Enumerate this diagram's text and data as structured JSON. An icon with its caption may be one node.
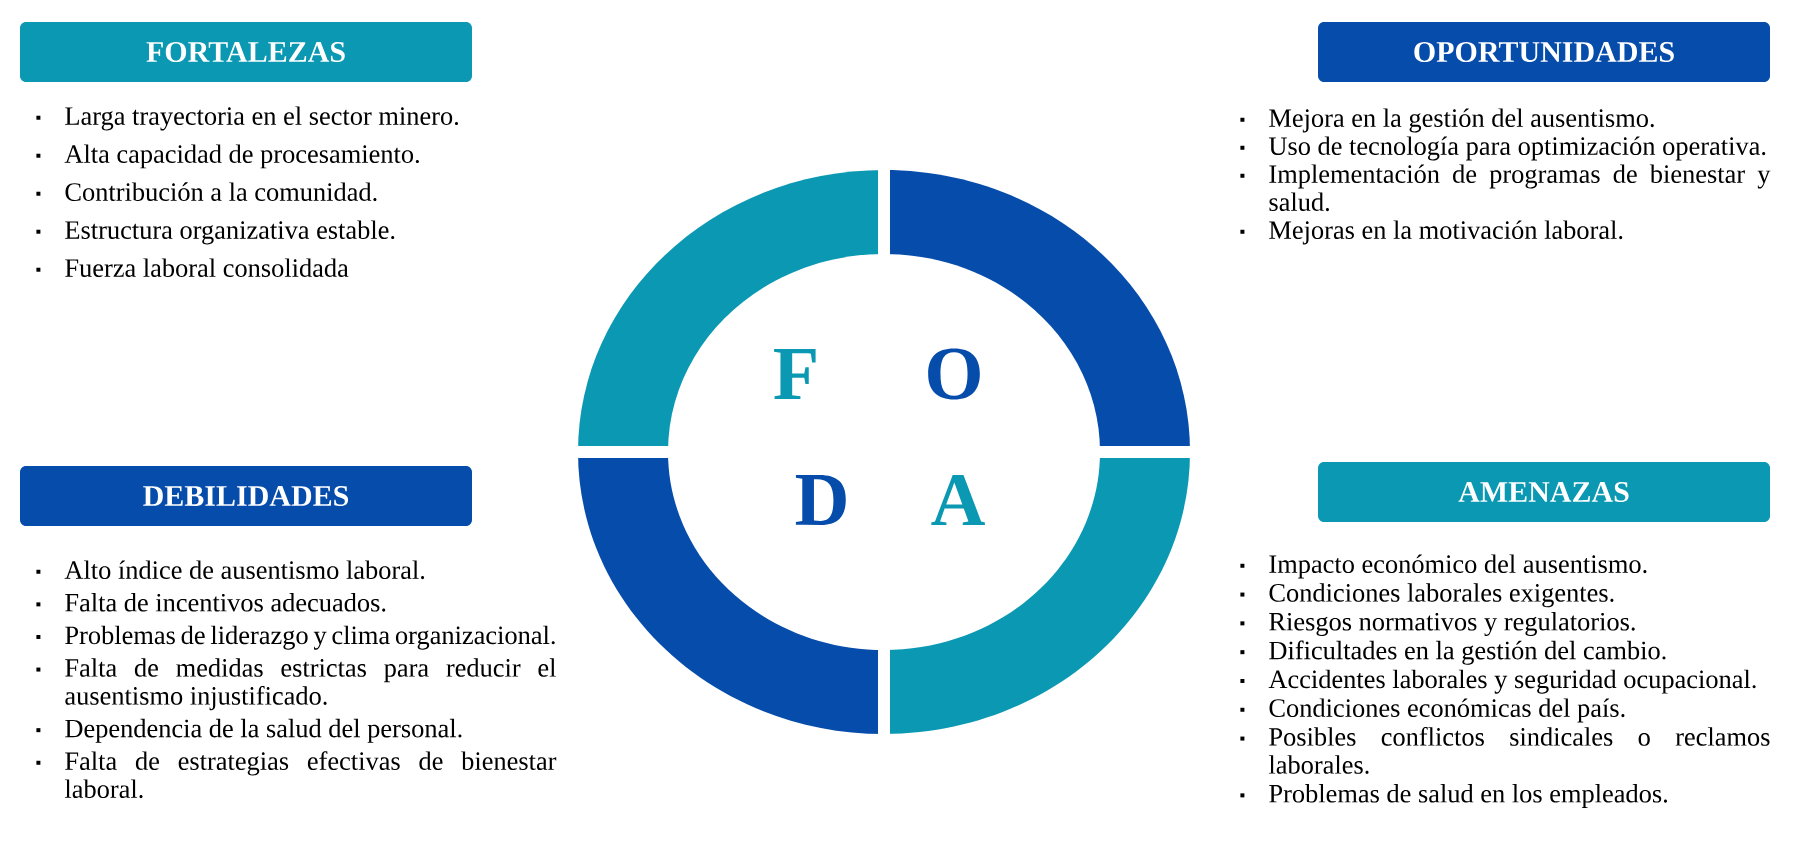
{
  "diagram": {
    "nodes": [
      {
        "text": [
          "FORTALEZAS"
        ],
        "beside": [
          "Larga trayectoria en el sector minero.",
          "Alta capacidad de procesamiento.",
          "Contribución a la comunidad.",
          "Estructura organizativa estable.",
          "Fuerza laboral consolidada"
        ]
      },
      {
        "text": [
          "OPORTUNIDADES"
        ],
        "beside": [
          "Mejora en la gestión del ausentismo.",
          "Uso de tecnología para optimización operativa.",
          "Implementación de programas de bienestar y salud.",
          "Mejoras en la motivación laboral."
        ]
      },
      {
        "text": [
          "DEBILIDADES"
        ],
        "beside": [
          "Alto índice de ausentismo laboral.",
          "Falta de incentivos adecuados.",
          "Problemas de liderazgo y clima organizacional.",
          "Falta de medidas estrictas para reducir el ausentismo injustificado.",
          "Dependencia de la salud del personal.",
          "Falta de estrategias efectivas de bienestar laboral."
        ]
      },
      {
        "text": [
          "AMENAZAS"
        ],
        "beside": [
          "Impacto económico del ausentismo.",
          "Condiciones laborales exigentes.",
          "Riesgos normativos y regulatorios.",
          "Dificultades en la gestión del cambio.",
          "Accidentes laborales y seguridad ocupacional.",
          "Condiciones económicas del país.",
          "Posibles conflictos sindicales o reclamos laborales.",
          "Problemas de salud en los empleados."
        ]
      }
    ],
    "labels": [
      "F",
      "O",
      "D",
      "A"
    ]
  }
}
